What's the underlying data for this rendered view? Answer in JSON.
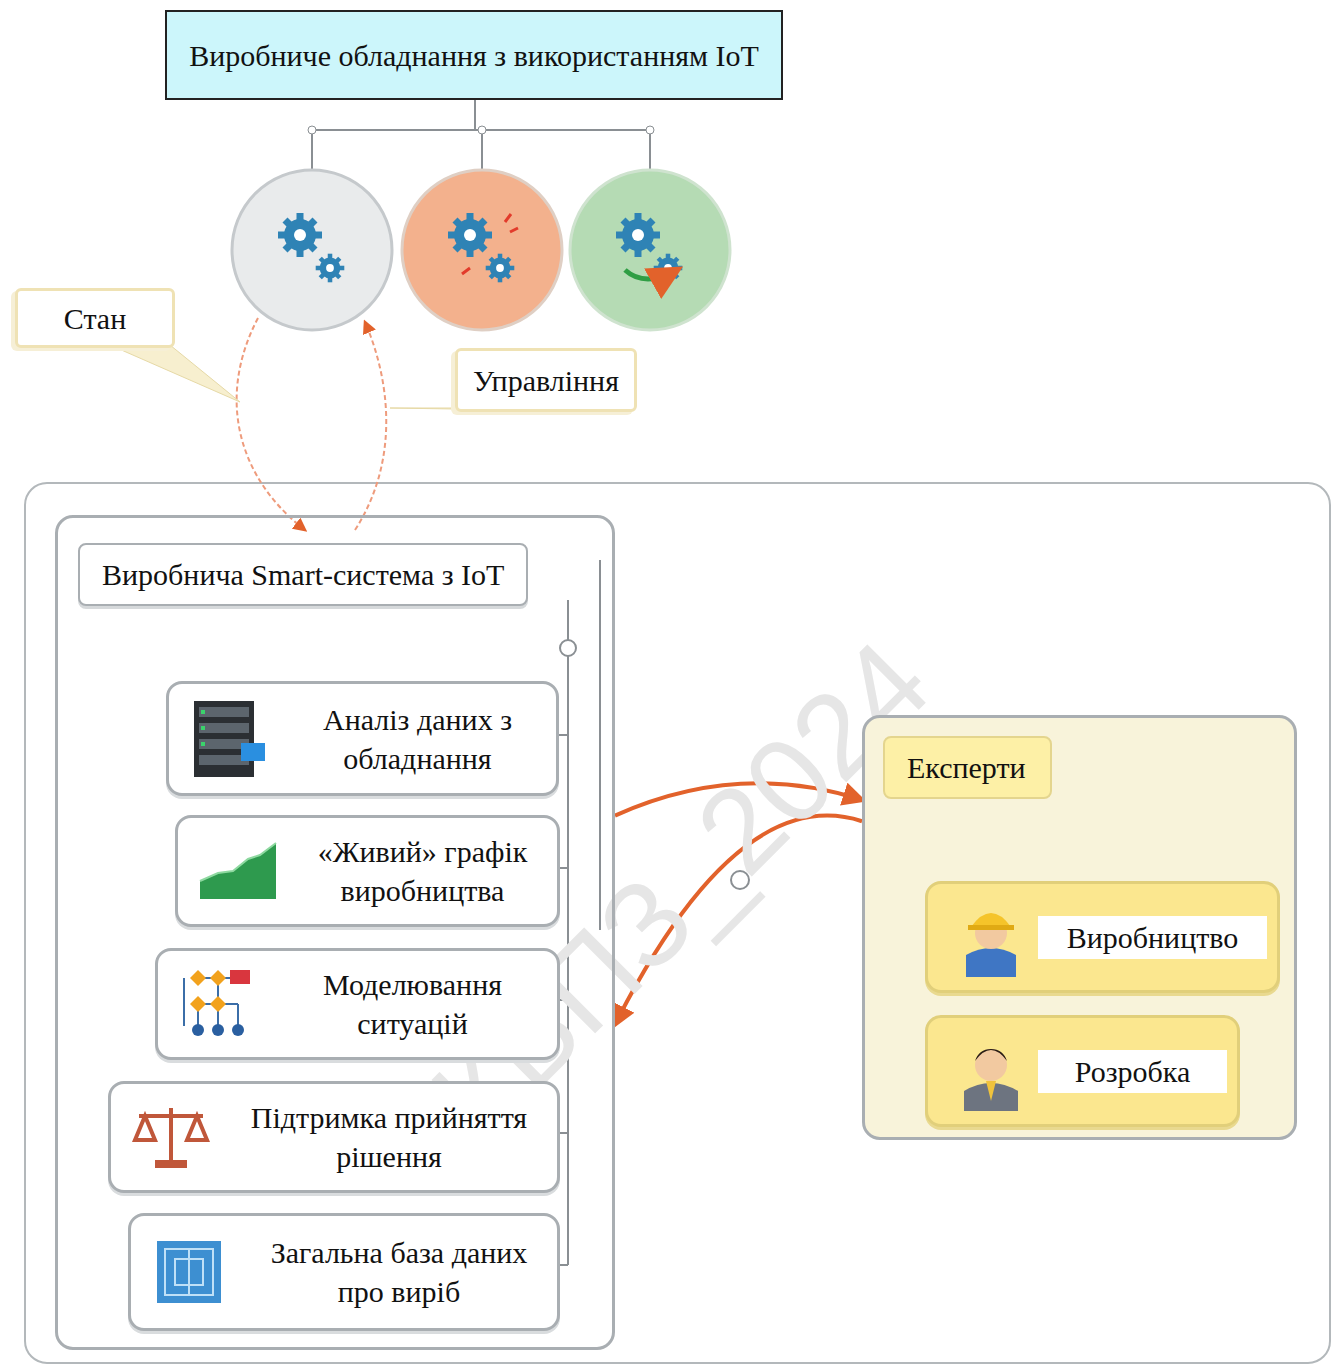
{
  "diagram": {
    "nodes": [
      {
        "text": [
          "Виробниче обладнання з використанням IoT"
        ]
      },
      {
        "text": [
          "Стан"
        ]
      },
      {
        "text": [
          "Управління"
        ]
      },
      {
        "text": [
          "Виробнича Smart-система з IoT"
        ]
      },
      {
        "text": [
          "Аналіз даних з обладнання"
        ],
        "in": 3
      },
      {
        "text": [
          "«Живий» графік виробництва"
        ],
        "in": 3
      },
      {
        "text": [
          "Моделювання ситуацій"
        ],
        "in": 3
      },
      {
        "text": [
          "Підтримка прийняття рішення"
        ],
        "in": 3
      },
      {
        "text": [
          "Загальна база даних про виріб"
        ],
        "in": 3
      },
      {
        "text": [
          "Експерти"
        ]
      },
      {
        "text": [
          "Виробництво"
        ],
        "in": 9
      },
      {
        "text": [
          "Розробка"
        ],
        "in": 9
      }
    ],
    "edges": [
      {
        "from": 3,
        "to": 9,
        "arrow": "to"
      },
      {
        "from": 9,
        "to": 3,
        "arrow": "to"
      }
    ],
    "labels": [
      "КБПЗ_2024"
    ]
  }
}
